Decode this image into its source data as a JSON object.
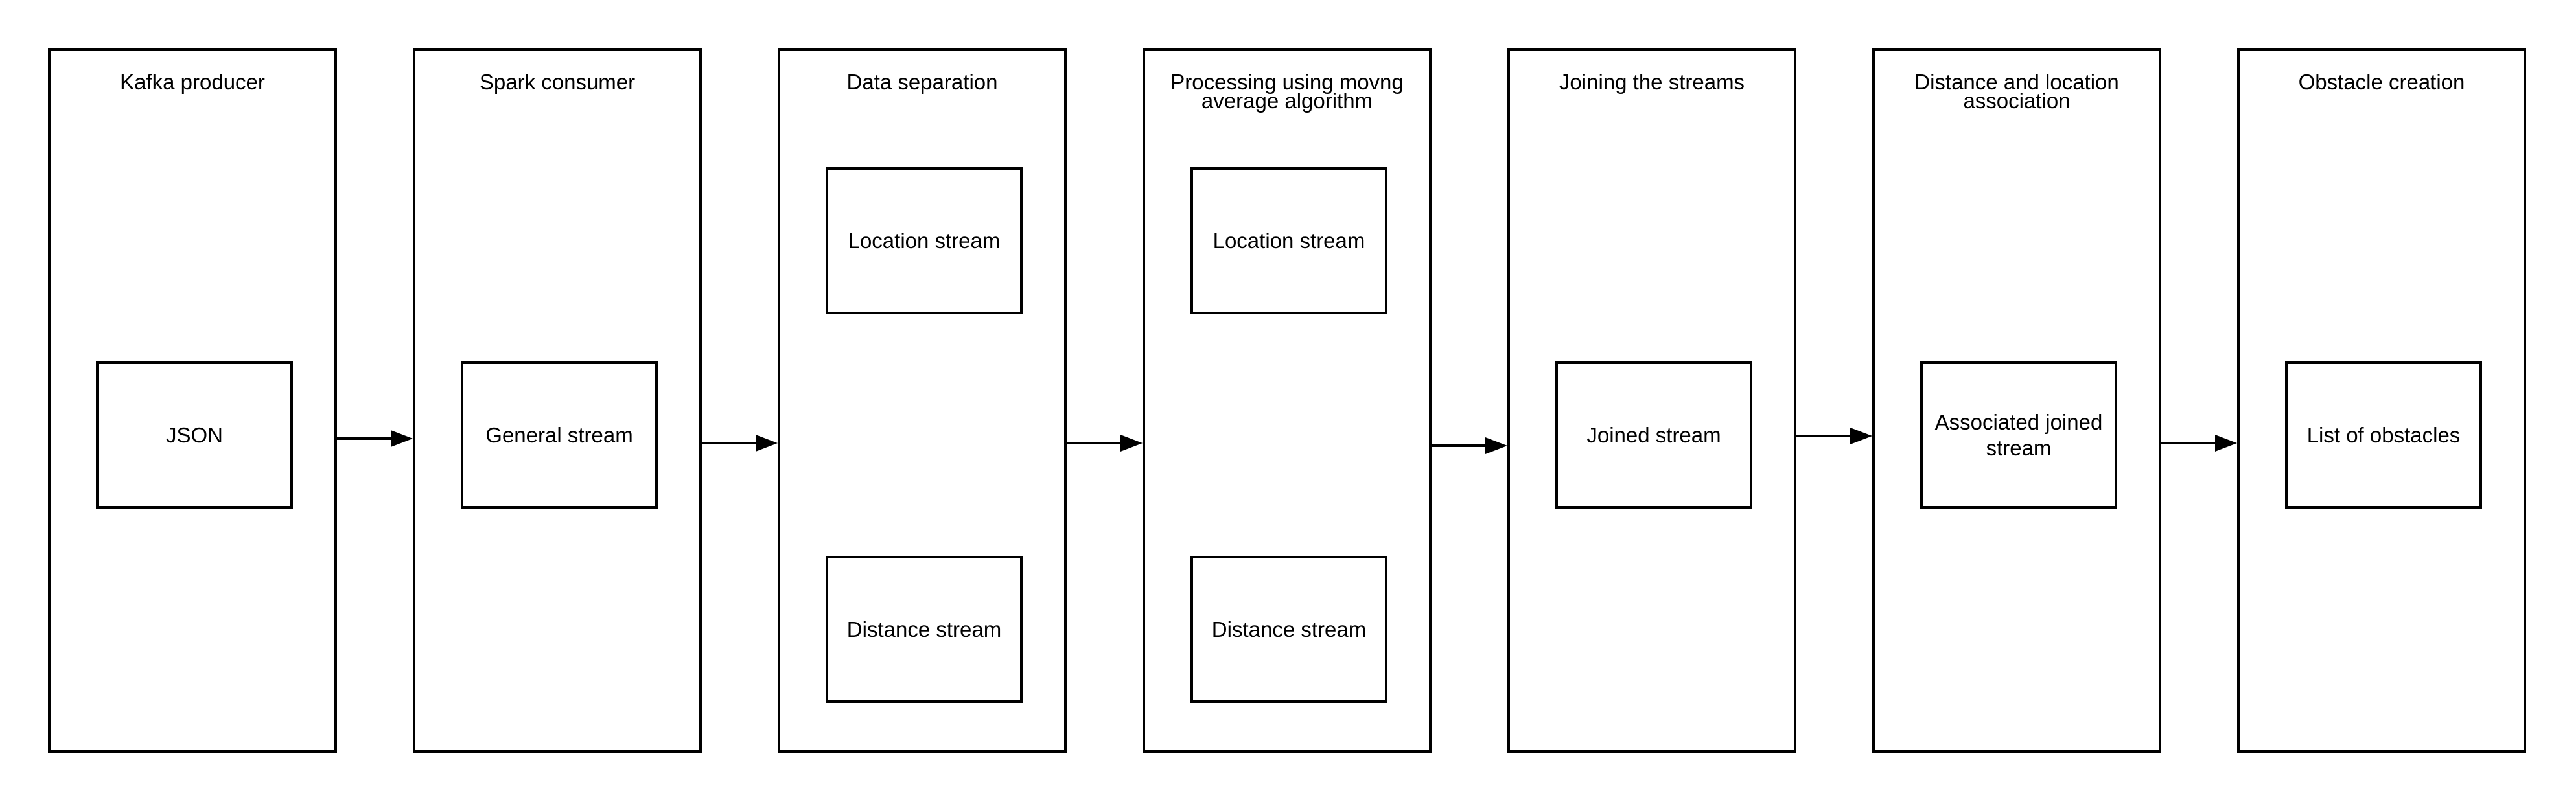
{
  "stages": [
    {
      "title": "Kafka producer",
      "nodes": [
        "JSON"
      ]
    },
    {
      "title": "Spark consumer",
      "nodes": [
        "General stream"
      ]
    },
    {
      "title": "Data separation",
      "nodes": [
        "Location stream",
        "Distance stream"
      ]
    },
    {
      "title": "Processing using movng average algorithm",
      "nodes": [
        "Location stream",
        "Distance stream"
      ]
    },
    {
      "title": "Joining the streams",
      "nodes": [
        "Joined stream"
      ]
    },
    {
      "title": "Distance and location association",
      "nodes": [
        "Associated joined stream"
      ]
    },
    {
      "title": "Obstacle creation",
      "nodes": [
        "List of obstacles"
      ]
    }
  ]
}
